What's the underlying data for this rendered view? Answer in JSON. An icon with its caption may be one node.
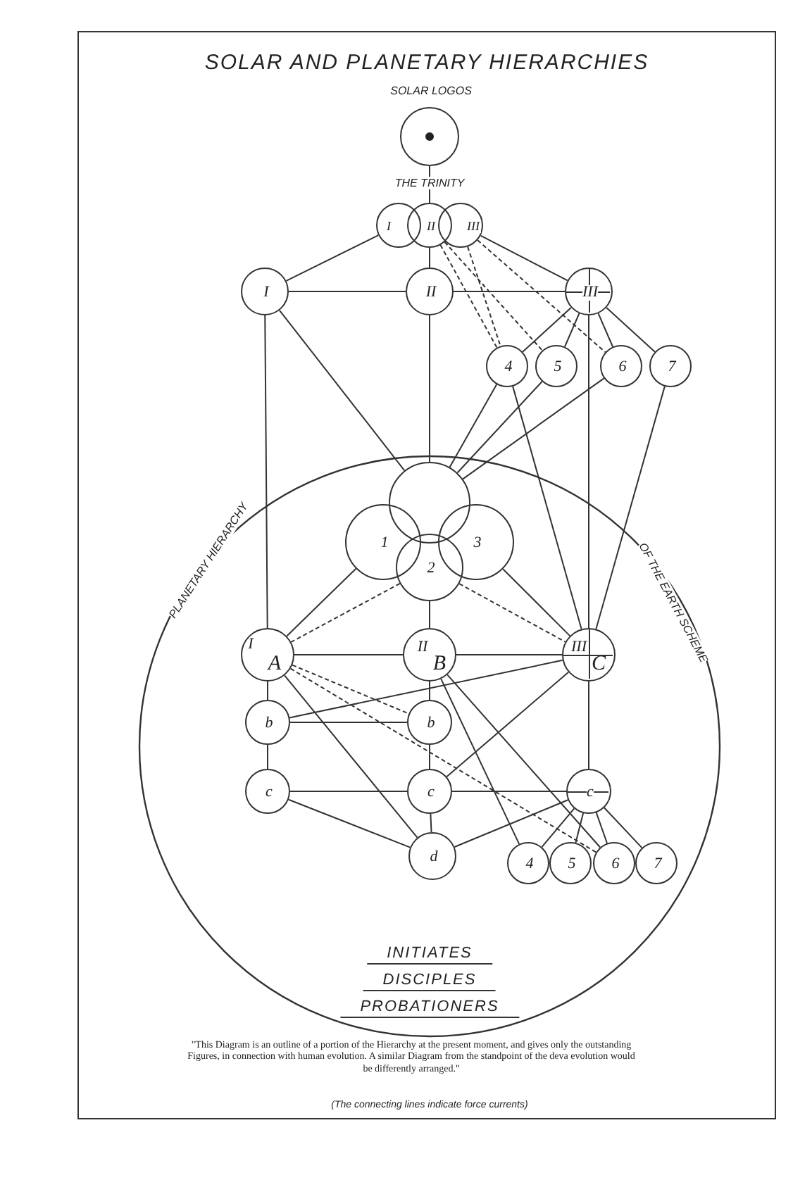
{
  "diagram": {
    "title": "SOLAR AND PLANETARY HIERARCHIES",
    "caption": "\"This Diagram is an outline of a portion of the Hierarchy at the present moment, and gives only the outstanding Figures, in connection with human evolution. A similar Diagram from the standpoint of the deva evolution would be differently arranged.\"",
    "nodes": [
      {
        "text": [
          "SOLAR LOGOS"
        ]
      },
      {
        "text": [
          "I"
        ]
      },
      {
        "text": [
          "II"
        ]
      },
      {
        "text": [
          "III"
        ]
      },
      {
        "text": [
          "I"
        ]
      },
      {
        "text": [
          "II"
        ]
      },
      {
        "text": [
          "III"
        ]
      },
      {
        "text": [
          "4"
        ]
      },
      {
        "text": [
          "5"
        ]
      },
      {
        "text": [
          "6"
        ]
      },
      {
        "text": [
          "7"
        ]
      },
      {
        "text": [],
        "shape": "circle"
      },
      {
        "text": [
          "1"
        ]
      },
      {
        "text": [
          "3"
        ]
      },
      {
        "text": [
          "2"
        ]
      },
      {
        "text": [
          "I",
          "A"
        ]
      },
      {
        "text": [
          "II",
          "B"
        ]
      },
      {
        "text": [
          "III",
          "C"
        ]
      },
      {
        "text": [
          "b"
        ]
      },
      {
        "text": [
          "b"
        ]
      },
      {
        "text": [
          "c"
        ]
      },
      {
        "text": [
          "c"
        ]
      },
      {
        "text": [
          "c"
        ]
      },
      {
        "text": [
          "d"
        ]
      },
      {
        "text": [
          "4"
        ]
      },
      {
        "text": [
          "5"
        ]
      },
      {
        "text": [
          "6"
        ]
      },
      {
        "text": [
          "7"
        ]
      }
    ],
    "edges": [
      {
        "from": 0,
        "to": 2,
        "arrow": "none"
      },
      {
        "from": 1,
        "to": 4,
        "arrow": "none"
      },
      {
        "from": 3,
        "to": 6,
        "arrow": "none"
      },
      {
        "from": 2,
        "to": 5,
        "arrow": "none"
      },
      {
        "from": 4,
        "to": 5,
        "arrow": "none"
      },
      {
        "from": 5,
        "to": 6,
        "arrow": "none"
      },
      {
        "from": 4,
        "to": 15,
        "arrow": "none"
      },
      {
        "from": 4,
        "to": 11,
        "arrow": "none"
      },
      {
        "from": 2,
        "to": 7,
        "arrow": "none",
        "style": "dashed"
      },
      {
        "from": 2,
        "to": 8,
        "arrow": "none",
        "style": "dashed"
      },
      {
        "from": 3,
        "to": 9,
        "arrow": "none",
        "style": "dashed"
      },
      {
        "from": 3,
        "to": 7,
        "arrow": "none",
        "style": "dashed"
      },
      {
        "from": 6,
        "to": 7,
        "arrow": "none"
      },
      {
        "from": 6,
        "to": 8,
        "arrow": "none"
      },
      {
        "from": 6,
        "to": 9,
        "arrow": "none"
      },
      {
        "from": 6,
        "to": 10,
        "arrow": "none"
      },
      {
        "from": 5,
        "to": 11,
        "arrow": "none"
      },
      {
        "from": 6,
        "to": 17,
        "arrow": "none"
      },
      {
        "from": 7,
        "to": 11,
        "arrow": "none"
      },
      {
        "from": 8,
        "to": 11,
        "arrow": "none"
      },
      {
        "from": 9,
        "to": 11,
        "arrow": "none"
      },
      {
        "from": 10,
        "to": 17,
        "arrow": "none"
      },
      {
        "from": 7,
        "to": 17,
        "arrow": "none"
      },
      {
        "from": 12,
        "to": 15,
        "arrow": "none"
      },
      {
        "from": 13,
        "to": 17,
        "arrow": "none"
      },
      {
        "from": 14,
        "to": 15,
        "arrow": "none",
        "style": "dashed"
      },
      {
        "from": 14,
        "to": 17,
        "arrow": "none",
        "style": "dashed"
      },
      {
        "from": 14,
        "to": 16,
        "arrow": "none"
      },
      {
        "from": 15,
        "to": 16,
        "arrow": "none"
      },
      {
        "from": 16,
        "to": 17,
        "arrow": "none"
      },
      {
        "from": 15,
        "to": 18,
        "arrow": "none"
      },
      {
        "from": 18,
        "to": 20,
        "arrow": "none"
      },
      {
        "from": 18,
        "to": 19,
        "arrow": "none"
      },
      {
        "from": 16,
        "to": 19,
        "arrow": "none"
      },
      {
        "from": 19,
        "to": 21,
        "arrow": "none"
      },
      {
        "from": 20,
        "to": 21,
        "arrow": "none"
      },
      {
        "from": 21,
        "to": 22,
        "arrow": "none"
      },
      {
        "from": 21,
        "to": 23,
        "arrow": "none"
      },
      {
        "from": 20,
        "to": 23,
        "arrow": "none"
      },
      {
        "from": 23,
        "to": 22,
        "arrow": "none"
      },
      {
        "from": 17,
        "to": 22,
        "arrow": "none"
      },
      {
        "from": 15,
        "to": 19,
        "arrow": "none",
        "style": "dashed"
      },
      {
        "from": 15,
        "to": 26,
        "arrow": "none",
        "style": "dashed"
      },
      {
        "from": 15,
        "to": 23,
        "arrow": "none"
      },
      {
        "from": 17,
        "to": 18,
        "arrow": "none"
      },
      {
        "from": 17,
        "to": 21,
        "arrow": "none"
      },
      {
        "from": 16,
        "to": 24,
        "arrow": "none"
      },
      {
        "from": 16,
        "to": 26,
        "arrow": "none"
      },
      {
        "from": 22,
        "to": 24,
        "arrow": "none"
      },
      {
        "from": 22,
        "to": 25,
        "arrow": "none"
      },
      {
        "from": 22,
        "to": 26,
        "arrow": "none"
      },
      {
        "from": 22,
        "to": 27,
        "arrow": "none"
      }
    ],
    "labels": [
      "THE TRINITY",
      "PLANETARY HIERARCHY",
      "OF THE EARTH SCHEME",
      "INITIATES",
      "DISCIPLES",
      "PROBATIONERS",
      "(The connecting lines indicate force currents)"
    ]
  }
}
